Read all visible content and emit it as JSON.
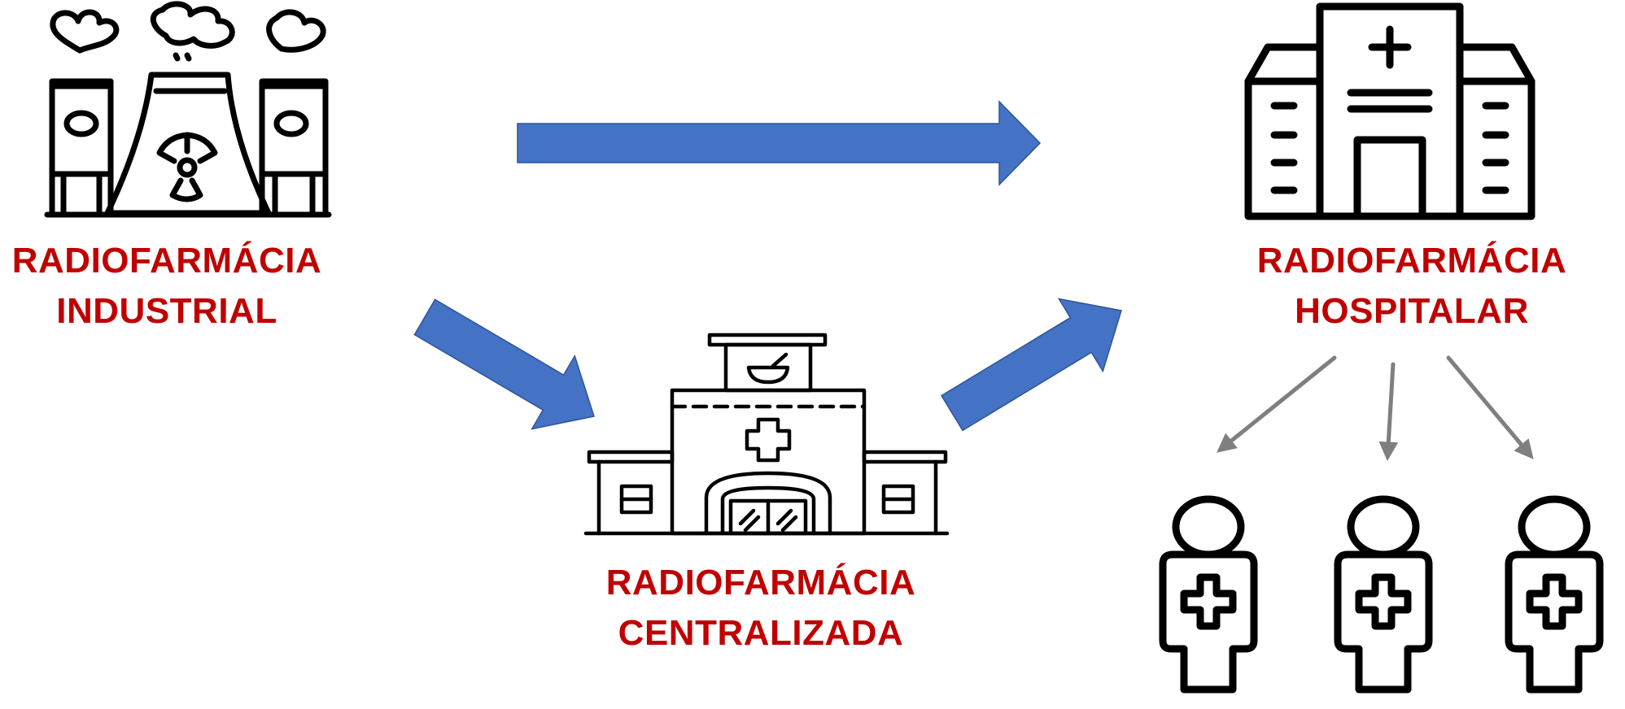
{
  "colors": {
    "label": "#C00000",
    "flow_arrow": "#4472C4",
    "flow_arrow_border": "#2F5597",
    "distribution_arrow": "#7F7F7F",
    "icon_stroke": "#000000"
  },
  "icons": {
    "industrial": "nuclear-plant-icon",
    "centralizada": "pharmacy-building-icon",
    "hospitalar": "hospital-building-icon",
    "patients": "patient-icon"
  },
  "nodes": {
    "industrial": {
      "line1": "RADIOFARMÁCIA",
      "line2": "INDUSTRIAL"
    },
    "centralizada": {
      "line1": "RADIOFARMÁCIA",
      "line2": "CENTRALIZADA"
    },
    "hospitalar": {
      "line1": "RADIOFARMÁCIA",
      "line2": "HOSPITALAR"
    }
  },
  "edges": [
    {
      "from": "industrial",
      "to": "hospitalar"
    },
    {
      "from": "industrial",
      "to": "centralizada"
    },
    {
      "from": "centralizada",
      "to": "hospitalar"
    },
    {
      "from": "hospitalar",
      "to": "patients"
    }
  ]
}
